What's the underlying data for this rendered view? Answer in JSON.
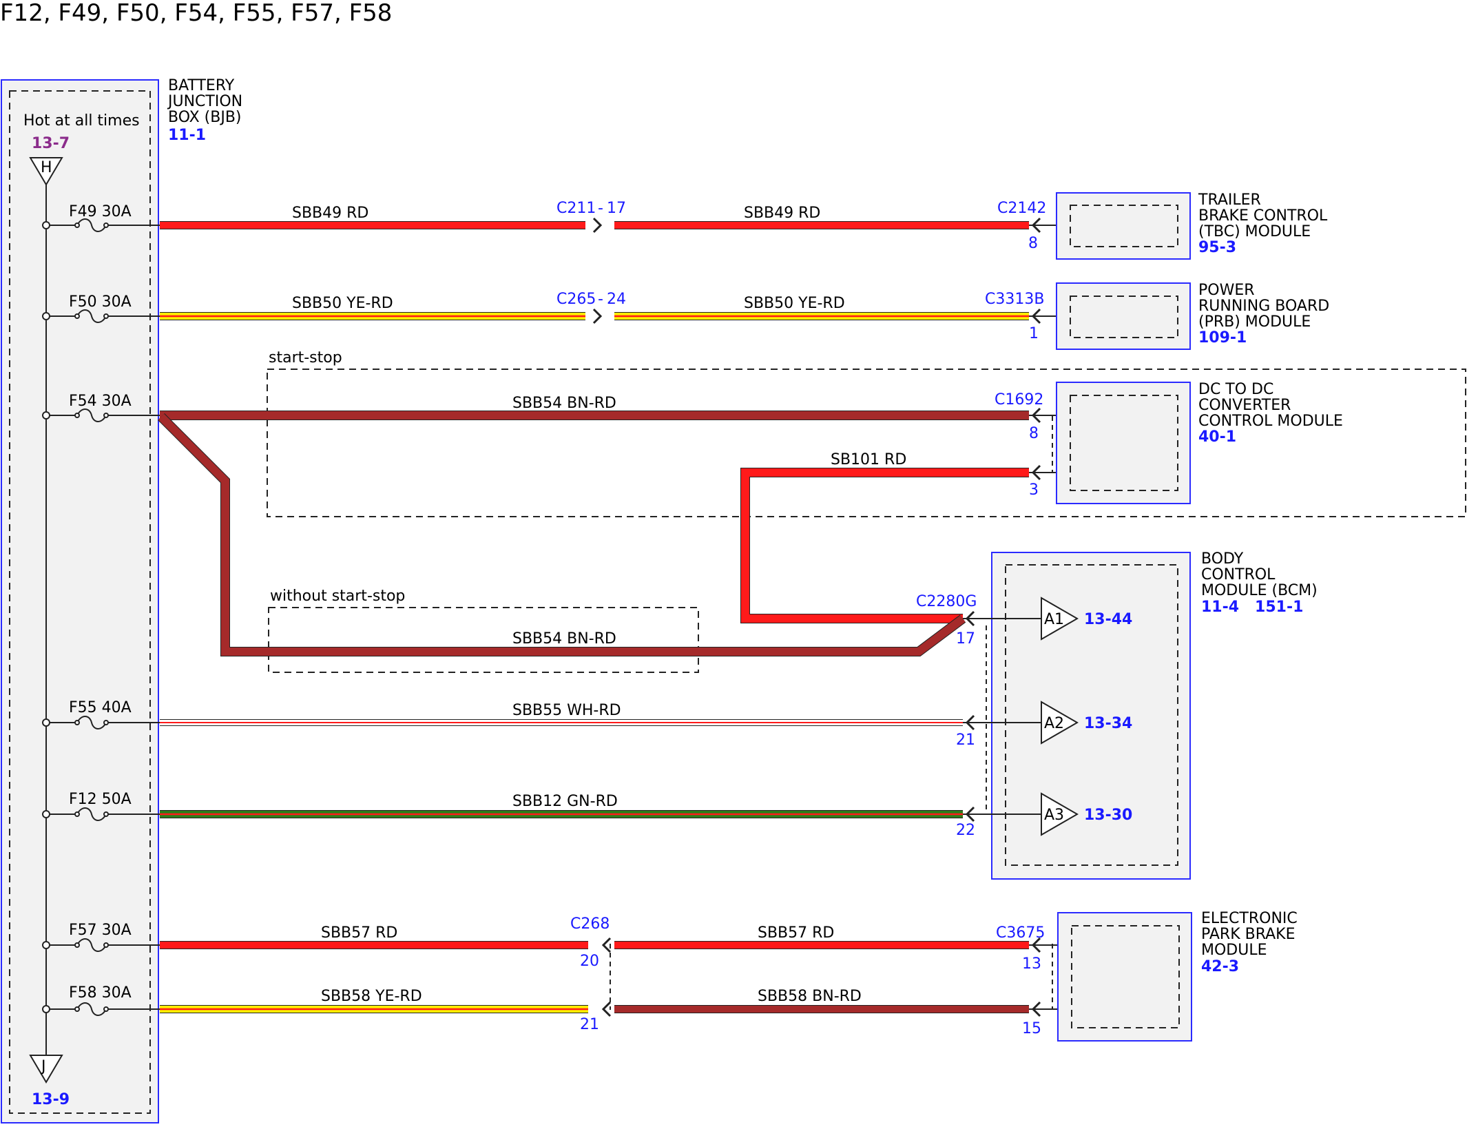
{
  "title": "F12, F49, F50, F54, F55, F57, F58",
  "bjb": {
    "name_lines": [
      "BATTERY",
      "JUNCTION",
      "BOX (BJB)"
    ],
    "ref": "11-1",
    "hot_label": "Hot at all times",
    "hot_ref": "13-7",
    "top_connector": "H",
    "bottom_connector": "J",
    "bottom_ref": "13-9"
  },
  "fuses": {
    "f49": "F49  30A",
    "f50": "F50  30A",
    "f54": "F54  30A",
    "f55": "F55  40A",
    "f12": "F12  50A",
    "f57": "F57  30A",
    "f58": "F58  30A"
  },
  "wires": {
    "sbb49_a": "SBB49  RD",
    "sbb49_b": "SBB49  RD",
    "sbb50_a": "SBB50  YE-RD",
    "sbb50_b": "SBB50  YE-RD",
    "sbb54": "SBB54  BN-RD",
    "sb101": "SB101  RD",
    "sbb54_ns": "SBB54  BN-RD",
    "sbb55": "SBB55  WH-RD",
    "sbb12": "SBB12  GN-RD",
    "sbb57_a": "SBB57  RD",
    "sbb57_b": "SBB57  RD",
    "sbb58_a": "SBB58  YE-RD",
    "sbb58_b": "SBB58  BN-RD"
  },
  "wire_colors": {
    "RD": "#ff1a1a",
    "BN": "#a52a2a",
    "YE": "#ffee00",
    "WH": "#ffffff",
    "GN": "#2e7d1a",
    "outline": "#222222"
  },
  "connectors": {
    "c211": "C211",
    "c211_pin": "17",
    "c265": "C265",
    "c265_pin": "24",
    "c2142": "C2142",
    "c2142_pin": "8",
    "c3313b": "C3313B",
    "c3313b_pin": "1",
    "c1692": "C1692",
    "c1692_pin_a": "8",
    "c1692_pin_b": "3",
    "c2280g": "C2280G",
    "c2280g_pin_a": "17",
    "c2280g_pin_b": "21",
    "c2280g_pin_c": "22",
    "c268": "C268",
    "c268_pin_a": "20",
    "c268_pin_b": "21",
    "c3675": "C3675",
    "c3675_pin_a": "13",
    "c3675_pin_b": "15"
  },
  "regions": {
    "start_stop": "start-stop",
    "without_start_stop": "without start-stop"
  },
  "modules": {
    "tbc": {
      "lines": [
        "TRAILER",
        "BRAKE CONTROL",
        "(TBC) MODULE"
      ],
      "ref": "95-3"
    },
    "prb": {
      "lines": [
        "POWER",
        "RUNNING BOARD",
        "(PRB) MODULE"
      ],
      "ref": "109-1"
    },
    "dcdc": {
      "lines": [
        "DC TO DC",
        "CONVERTER",
        "CONTROL MODULE"
      ],
      "ref": "40-1"
    },
    "bcm": {
      "lines": [
        "BODY",
        "CONTROL",
        "MODULE (BCM)"
      ],
      "ref": "11-4   151-1"
    },
    "epb": {
      "lines": [
        "ELECTRONIC",
        "PARK BRAKE",
        "MODULE"
      ],
      "ref": "42-3"
    }
  },
  "bcm_inputs": [
    {
      "tag": "A1",
      "ref": "13-44"
    },
    {
      "tag": "A2",
      "ref": "13-34"
    },
    {
      "tag": "A3",
      "ref": "13-30"
    }
  ]
}
